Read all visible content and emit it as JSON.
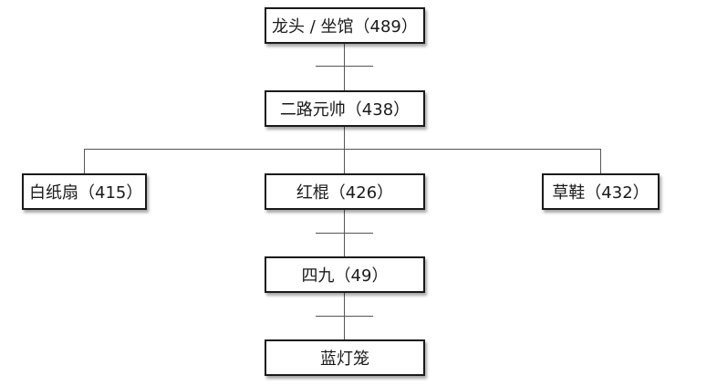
{
  "diagram": {
    "nodes": {
      "dragon_head": {
        "label": "龙头 / 坐馆（489）"
      },
      "marshal": {
        "label": "二路元帅（438）"
      },
      "white_paper_fan": {
        "label": "白纸扇（415）"
      },
      "red_pole": {
        "label": "红棍（426）"
      },
      "straw_sandal": {
        "label": "草鞋（432）"
      },
      "forty_nine": {
        "label": "四九（49）"
      },
      "blue_lantern": {
        "label": "蓝灯笼"
      }
    },
    "edges": [
      [
        "dragon_head",
        "marshal"
      ],
      [
        "marshal",
        "white_paper_fan"
      ],
      [
        "marshal",
        "red_pole"
      ],
      [
        "marshal",
        "straw_sandal"
      ],
      [
        "red_pole",
        "forty_nine"
      ],
      [
        "forty_nine",
        "blue_lantern"
      ]
    ],
    "colors": {
      "border": "#1a1a1a",
      "connector": "#555555",
      "background": "#ffffff"
    }
  }
}
